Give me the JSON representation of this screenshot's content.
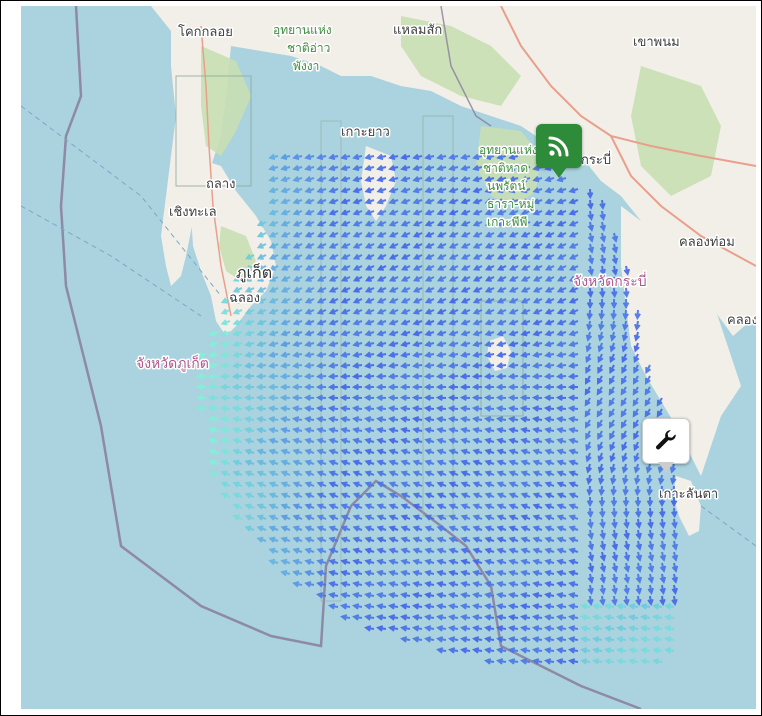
{
  "map": {
    "place_labels": {
      "khok_kloi": "โคกกลอย",
      "park_ao_phangnga": [
        "อุทยานแห่ง",
        "ชาติอ่าว",
        "พังงา"
      ],
      "laem_sak": "แหลมสัก",
      "khao_phanom": "เขาพนม",
      "ko_yao": "เกาะยาว",
      "park_krabi": [
        "อุทยานแห่ง",
        "ชาติหาด",
        "นพรัตน์",
        "ธารา-หมู่",
        "เกาะพีพี"
      ],
      "krabi_town": "กระบี่",
      "thalang": "ถลาง",
      "choeng_thale": "เชิงทะเล",
      "phuket": "ภูเก็ต",
      "chalong": "ฉลอง",
      "khlong_thom": "คลองท่อม",
      "krabi_province": "จังหวัดกระบี่",
      "khlong_right": "คลอง",
      "phuket_province": "จังหวัดภูเก็ต",
      "ko_lanta": "เกาะลันตา"
    },
    "markers": {
      "feed": {
        "icon": "rss-icon",
        "color": "#2e8b3a"
      },
      "tool": {
        "icon": "wrench-icon",
        "color": "#ffffff"
      }
    },
    "colors": {
      "sea": "#aad3df",
      "land": "#f2efe9",
      "forest": "#c8dfb2",
      "boundary": "#8a7d9c",
      "road": "#e8a08c",
      "arrow_low": "#3f5fe8",
      "arrow_high": "#7ff2d8"
    },
    "current_vectors": {
      "description": "",
      "scale": "speed"
    }
  }
}
